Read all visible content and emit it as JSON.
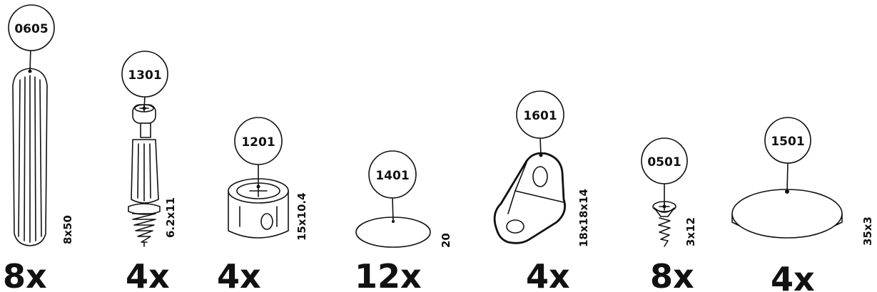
{
  "parts": [
    {
      "code": "0605",
      "dimension": "8x50",
      "quantity": "8x",
      "icon": "wooden-dowel-icon"
    },
    {
      "code": "1301",
      "dimension": "6.2x11",
      "quantity": "4x",
      "icon": "cam-bolt-icon"
    },
    {
      "code": "1201",
      "dimension": "15x10.4",
      "quantity": "4x",
      "icon": "cam-lock-icon"
    },
    {
      "code": "1401",
      "dimension": "20",
      "quantity": "12x",
      "icon": "cover-cap-icon"
    },
    {
      "code": "1601",
      "dimension": "18x18x14",
      "quantity": "4x",
      "icon": "corner-bracket-icon"
    },
    {
      "code": "0501",
      "dimension": "3x12",
      "quantity": "8x",
      "icon": "wood-screw-icon"
    },
    {
      "code": "1501",
      "dimension": "35x3",
      "quantity": "4x",
      "icon": "felt-pad-icon"
    }
  ]
}
